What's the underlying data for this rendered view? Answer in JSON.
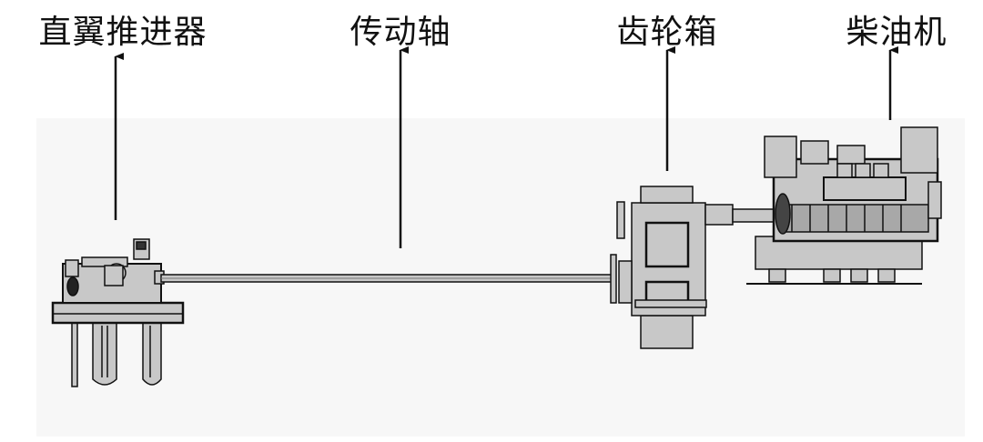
{
  "labels": {
    "thruster": "直翼推进器",
    "shaft": "传动轴",
    "gearbox": "齿轮箱",
    "engine": "柴油机"
  },
  "colors": {
    "fill": "#c8c8c8",
    "stroke": "#111111",
    "panel": "#f7f7f7"
  }
}
